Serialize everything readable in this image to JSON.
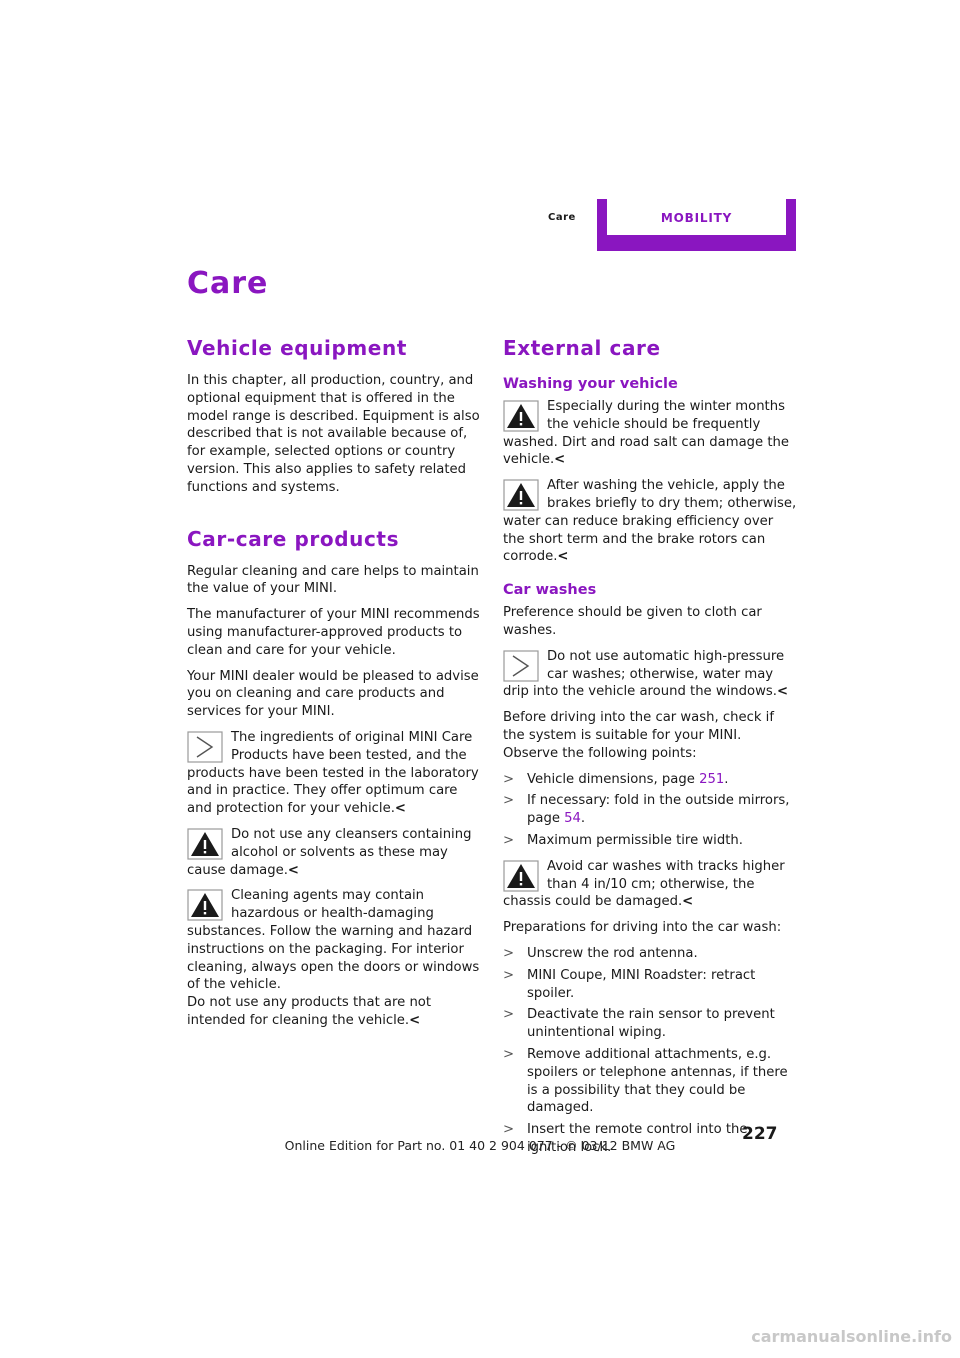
{
  "header": {
    "section_label": "Care",
    "tab_label": "MOBILITY"
  },
  "page_title": "Care",
  "left": {
    "s1_title": "Vehicle equipment",
    "s1_p1": "In this chapter, all production, country, and optional equipment that is offered in the model range is described. Equipment is also described that is not available because of, for example, selected options or country version. This also applies to safety related functions and systems.",
    "s2_title": "Car-care products",
    "s2_p1": "Regular cleaning and care helps to maintain the value of your MINI.",
    "s2_p2": "The manufacturer of your MINI recommends using manufacturer-approved products to clean and care for your vehicle.",
    "s2_p3": "Your MINI dealer would be pleased to advise you on cleaning and care products and services for your MINI.",
    "note1": "The ingredients of original MINI Care Products have been tested, and the products have been tested in the laboratory and in practice. They offer optimum care and protection for your vehicle.",
    "warn1": "Do not use any cleansers containing alcohol or solvents as these may cause damage.",
    "warn2": "Cleaning agents may contain hazardous or health-damaging substances. Follow the warning and hazard instructions on the packaging. For interior cleaning, always open the doors or windows of the vehicle.",
    "warn2b": "Do not use any products that are not intended for cleaning the vehicle."
  },
  "right": {
    "s3_title": "External care",
    "sub1_title": "Washing your vehicle",
    "warn3": "Especially during the winter months the vehicle should be frequently washed. Dirt and road salt can damage the vehicle.",
    "warn4": "After washing the vehicle, apply the brakes briefly to dry them; otherwise, water can reduce braking efficiency over the short term and the brake rotors can corrode.",
    "sub2_title": "Car washes",
    "p_pref": "Preference should be given to cloth car washes.",
    "note2": "Do not use automatic high-pressure car washes; otherwise, water may drip into the vehicle around the windows.",
    "p_check": "Before driving into the car wash, check if the system is suitable for your MINI. Observe the following points:",
    "b1_text": "Vehicle dimensions, page",
    "b1_page": "251",
    "b2_text": "If necessary: fold in the outside mirrors, page",
    "b2_page": "54",
    "b3_text": "Maximum permissible tire width.",
    "warn5": "Avoid car washes with tracks higher than 4 in/10 cm; otherwise, the chassis could be damaged.",
    "p_prep": "Preparations for driving into the car wash:",
    "prep_items": [
      "Unscrew the rod antenna.",
      "MINI Coupe, MINI Roadster: retract spoiler.",
      "Deactivate the rain sensor to prevent unintentional wiping.",
      "Remove additional attachments, e.g. spoilers or telephone antennas, if there is a possibility that they could be damaged.",
      "Insert the remote control into the ignition lock."
    ]
  },
  "page_number": "227",
  "footer": "Online Edition for Part no. 01 40 2 904 077 - © 03/12 BMW AG",
  "watermark": "carmanualsonline.info",
  "bullet_marker": ">",
  "end_marker": "<",
  "colors": {
    "accent": "#8a16c0"
  },
  "icons": {
    "note": "note-arrow-icon",
    "warning": "warning-triangle-icon"
  }
}
